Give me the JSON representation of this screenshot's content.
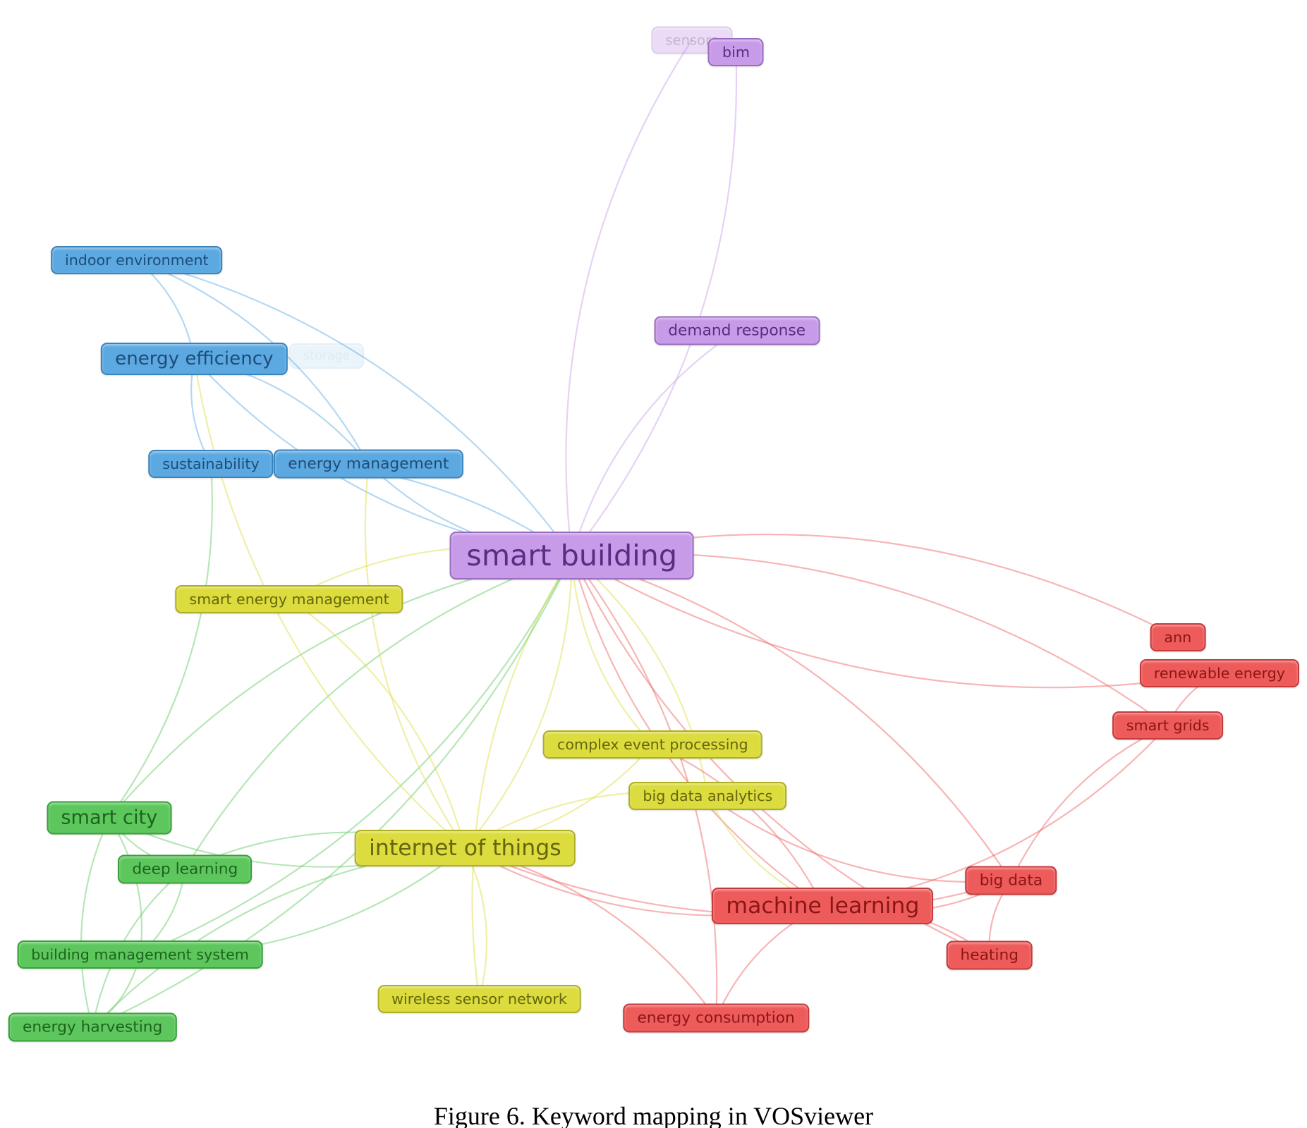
{
  "colors": {
    "blue": "#5ca9e2",
    "purple": "#c79be8",
    "red": "#ee5b5b",
    "yellow": "#dcdc3e",
    "green": "#5dc75d"
  },
  "nodes": [
    {
      "label": "sensors",
      "cluster": "purple"
    },
    {
      "label": "bim",
      "cluster": "purple"
    },
    {
      "label": "indoor environment",
      "cluster": "blue"
    },
    {
      "label": "energy efficiency",
      "cluster": "blue"
    },
    {
      "label": "storage",
      "cluster": "blue"
    },
    {
      "label": "demand response",
      "cluster": "purple"
    },
    {
      "label": "sustainability",
      "cluster": "blue"
    },
    {
      "label": "energy management",
      "cluster": "blue"
    },
    {
      "label": "smart building",
      "cluster": "purple"
    },
    {
      "label": "smart energy management",
      "cluster": "yellow"
    },
    {
      "label": "ann",
      "cluster": "red"
    },
    {
      "label": "renewable energy",
      "cluster": "red"
    },
    {
      "label": "smart grids",
      "cluster": "red"
    },
    {
      "label": "complex event processing",
      "cluster": "yellow"
    },
    {
      "label": "big data analytics",
      "cluster": "yellow"
    },
    {
      "label": "smart city",
      "cluster": "green"
    },
    {
      "label": "internet of things",
      "cluster": "yellow"
    },
    {
      "label": "deep learning",
      "cluster": "green"
    },
    {
      "label": "big data",
      "cluster": "red"
    },
    {
      "label": "machine learning",
      "cluster": "red"
    },
    {
      "label": "building management system",
      "cluster": "green"
    },
    {
      "label": "heating",
      "cluster": "red"
    },
    {
      "label": "wireless sensor network",
      "cluster": "yellow"
    },
    {
      "label": "energy harvesting",
      "cluster": "green"
    },
    {
      "label": "energy consumption",
      "cluster": "red"
    }
  ],
  "links": [
    [
      "smart building",
      "sensors"
    ],
    [
      "smart building",
      "bim"
    ],
    [
      "smart building",
      "demand response"
    ],
    [
      "smart building",
      "indoor environment"
    ],
    [
      "smart building",
      "energy efficiency"
    ],
    [
      "smart building",
      "sustainability"
    ],
    [
      "smart building",
      "energy management"
    ],
    [
      "smart building",
      "smart energy management"
    ],
    [
      "smart building",
      "ann"
    ],
    [
      "smart building",
      "renewable energy"
    ],
    [
      "smart building",
      "smart grids"
    ],
    [
      "smart building",
      "complex event processing"
    ],
    [
      "smart building",
      "big data analytics"
    ],
    [
      "smart building",
      "smart city"
    ],
    [
      "smart building",
      "internet of things"
    ],
    [
      "smart building",
      "deep learning"
    ],
    [
      "smart building",
      "big data"
    ],
    [
      "smart building",
      "machine learning"
    ],
    [
      "smart building",
      "building management system"
    ],
    [
      "smart building",
      "heating"
    ],
    [
      "smart building",
      "energy consumption"
    ],
    [
      "smart building",
      "wireless sensor network"
    ],
    [
      "smart building",
      "energy harvesting"
    ],
    [
      "energy efficiency",
      "indoor environment"
    ],
    [
      "energy efficiency",
      "energy management"
    ],
    [
      "energy efficiency",
      "sustainability"
    ],
    [
      "indoor environment",
      "energy management"
    ],
    [
      "energy management",
      "internet of things"
    ],
    [
      "sustainability",
      "smart city"
    ],
    [
      "energy efficiency",
      "internet of things"
    ],
    [
      "internet of things",
      "smart city"
    ],
    [
      "internet of things",
      "deep learning"
    ],
    [
      "internet of things",
      "building management system"
    ],
    [
      "internet of things",
      "energy harvesting"
    ],
    [
      "internet of things",
      "wireless sensor network"
    ],
    [
      "internet of things",
      "complex event processing"
    ],
    [
      "internet of things",
      "big data analytics"
    ],
    [
      "internet of things",
      "machine learning"
    ],
    [
      "internet of things",
      "energy consumption"
    ],
    [
      "internet of things",
      "big data"
    ],
    [
      "smart energy management",
      "internet of things"
    ],
    [
      "smart city",
      "deep learning"
    ],
    [
      "smart city",
      "building management system"
    ],
    [
      "smart city",
      "energy harvesting"
    ],
    [
      "deep learning",
      "building management system"
    ],
    [
      "deep learning",
      "energy harvesting"
    ],
    [
      "building management system",
      "energy harvesting"
    ],
    [
      "machine learning",
      "big data"
    ],
    [
      "machine learning",
      "heating"
    ],
    [
      "machine learning",
      "energy consumption"
    ],
    [
      "machine learning",
      "big data analytics"
    ],
    [
      "big data",
      "heating"
    ],
    [
      "big data",
      "smart grids"
    ],
    [
      "big data analytics",
      "big data"
    ],
    [
      "smart grids",
      "renewable energy"
    ],
    [
      "machine learning",
      "smart grids"
    ],
    [
      "complex event processing",
      "machine learning"
    ]
  ],
  "caption": "Figure 6. Keyword mapping in VOSviewer"
}
